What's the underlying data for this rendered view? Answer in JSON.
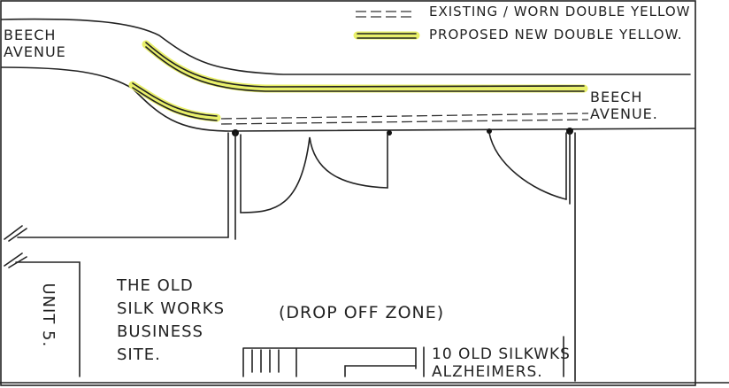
{
  "legend": {
    "existing_label": "EXISTING / WORN DOUBLE YELLOW",
    "proposed_label": "PROPOSED NEW DOUBLE YELLOW."
  },
  "roads": {
    "left_label": [
      "BEECH",
      "AVENUE"
    ],
    "right_label": [
      "BEECH",
      "AVENUE."
    ]
  },
  "site": {
    "unit_label": "UNIT 5.",
    "business_site": [
      "THE OLD",
      "SILK WORKS",
      "BUSINESS",
      "SITE."
    ],
    "drop_off": "(DROP OFF ZONE)",
    "alzheimers": [
      "10 OLD SILKWKS",
      "ALZHEIMERS."
    ]
  },
  "colors": {
    "proposed_yellow": "#e9f06a",
    "ink": "#222222"
  }
}
